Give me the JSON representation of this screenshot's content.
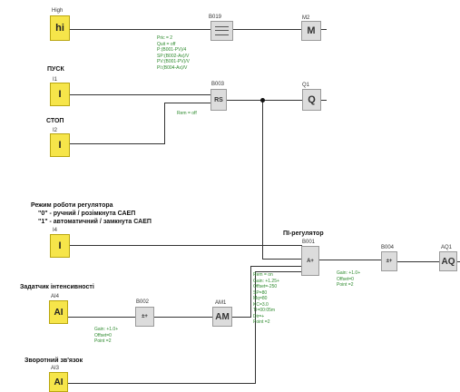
{
  "blocks": {
    "high_tag": "High",
    "hi": "hi",
    "b019_tag": "B019",
    "m2_tag": "M2",
    "m": "M",
    "pusk_label": "ПУСК",
    "i1_tag": "I1",
    "i1": "I",
    "b003_tag": "B003",
    "rs": "RS",
    "q1_tag": "Q1",
    "q": "Q",
    "stop_label": "СТОП",
    "i2_tag": "I2",
    "i2": "I",
    "mode_title": "Режим роботи регулятора",
    "mode_line1": "\"0\" - ручний / розімкнута САЕП",
    "mode_line2": "\"1\" - автоматичний / замкнута САЕП",
    "i4_tag": "I4",
    "i4": "I",
    "pi_title": "ПІ-регулятор",
    "b001_tag": "B001",
    "pi_sym": "A+",
    "b004_tag": "B004",
    "aq1_tag": "AQ1",
    "aq": "AQ",
    "setpoint_label": "Задатчик інтенсивності",
    "ai4_tag": "AI4",
    "ai4": "AI",
    "b002_tag": "B002",
    "am1_tag": "AM1",
    "am": "AM",
    "feedback_label": "Зворотний зв'язок",
    "ai3_tag": "AI3",
    "ai3": "AI"
  },
  "params": {
    "b019": [
      "Pric = 2",
      "Quit = off",
      "P:(B001-PV)/4",
      "SP:(B002-Ax)/V",
      "PV:(B001-PV)/V",
      "PI:(B004-Ax)/V"
    ],
    "b003": [
      "Rem = off"
    ],
    "b001": [
      "Rem = on",
      "Gain: +1.25+",
      "Offset=-250",
      "SP=80",
      "Mq=80",
      "KC=3.0",
      "TI=00:05m",
      "Dir=+",
      "Point =2"
    ],
    "b004": [
      "Gain: +1.0+",
      "Offset=0",
      "Point =2"
    ],
    "b002": [
      "Gain: +1.0+",
      "Offset=0",
      "Point =2"
    ]
  },
  "colors": {
    "input_block": "#f6e54a",
    "function_block": "#dcdcdc",
    "wire": "#333333",
    "param_text": "#2d8a2d"
  }
}
